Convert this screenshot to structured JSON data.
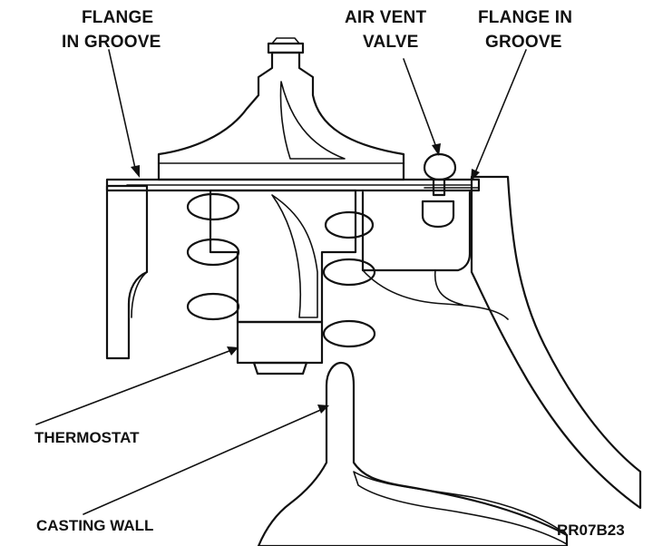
{
  "labels": {
    "flange_left_line1": "FLANGE",
    "flange_left_line2": "IN GROOVE",
    "air_vent_line1": "AIR VENT",
    "air_vent_line2": "VALVE",
    "flange_right_line1": "FLANGE IN",
    "flange_right_line2": "GROOVE",
    "thermostat": "THERMOSTAT",
    "casting_wall": "CASTING WALL",
    "figure_code": "RR07B23"
  },
  "colors": {
    "ink": "#111111",
    "shade": "#b8b8b8",
    "paper": "#ffffff"
  }
}
